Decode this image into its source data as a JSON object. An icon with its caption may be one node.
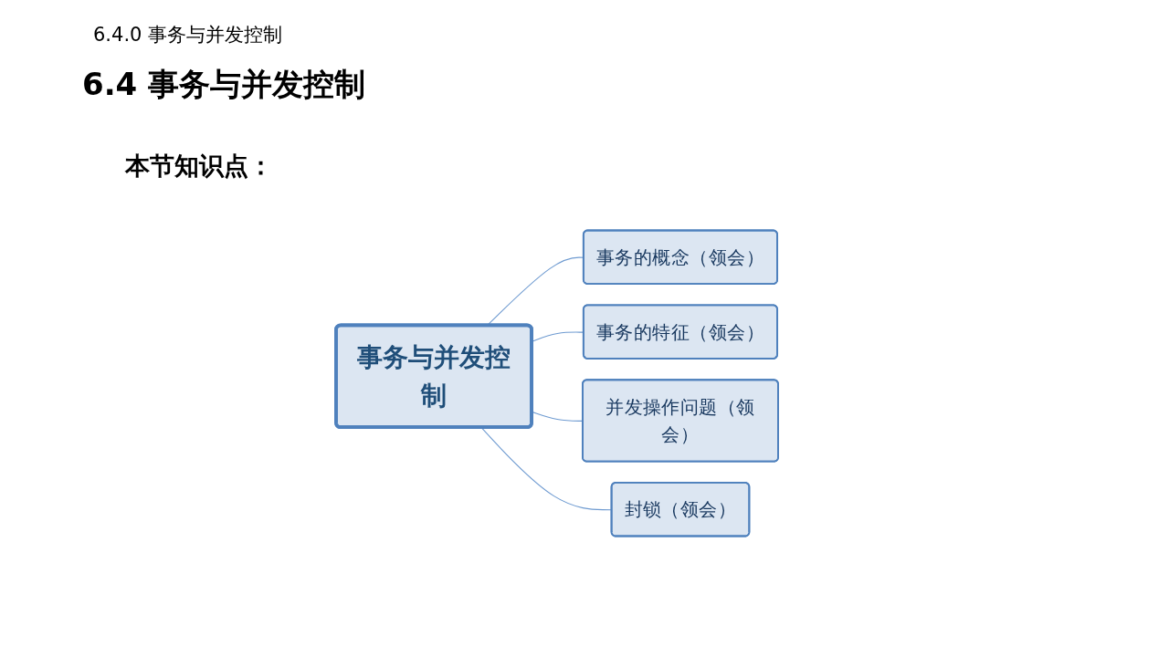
{
  "diagram": {
    "title": "6.4 事务与并发控制",
    "nodes": [
      {
        "text": [
          "事务与并发控制"
        ]
      },
      {
        "text": [
          "事务的概念（领会）"
        ]
      },
      {
        "text": [
          "事务的特征（领会）"
        ]
      },
      {
        "text": [
          "并发操作问题（领会）"
        ]
      },
      {
        "text": [
          "封锁（领会）"
        ]
      }
    ],
    "edges": [
      {
        "from": 0,
        "to": 1,
        "arrow": "none"
      },
      {
        "from": 0,
        "to": 2,
        "arrow": "none"
      },
      {
        "from": 0,
        "to": 3,
        "arrow": "none"
      },
      {
        "from": 0,
        "to": 4,
        "arrow": "none"
      }
    ],
    "labels": [
      "6.4.0 事务与并发控制",
      "本节知识点："
    ]
  }
}
